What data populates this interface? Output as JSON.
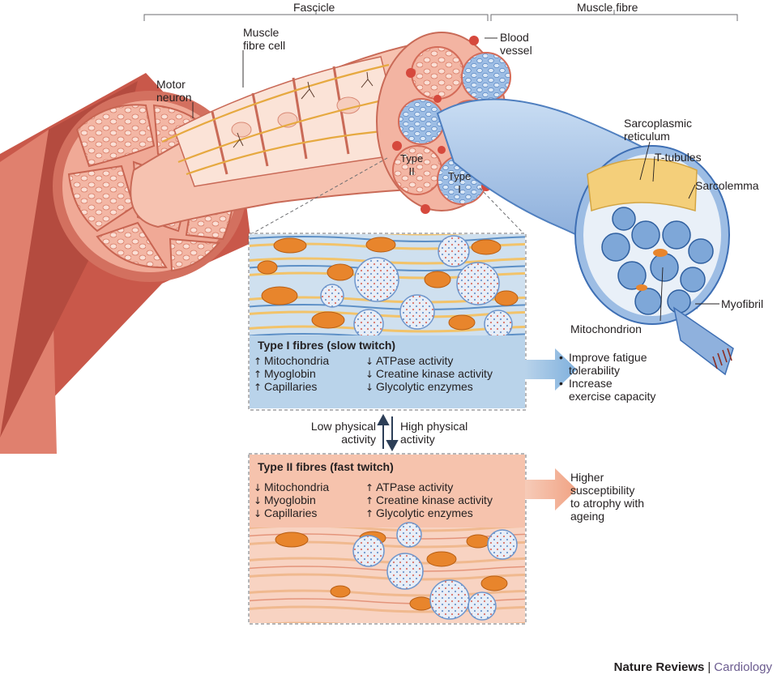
{
  "header": {
    "fascicle": "Fascicle",
    "muscle_fibre": "Muscle fibre"
  },
  "labels": {
    "muscle_fibre_cell": "Muscle\nfibre cell",
    "motor_neuron": "Motor\nneuron",
    "blood_vessel": "Blood\nvessel",
    "type_ii": "Type\nII",
    "type_i": "Type\nI",
    "sarcoplasmic_reticulum": "Sarcoplasmic\nreticulum",
    "t_tubules": "T-tubules",
    "sarcolemma": "Sarcolemma",
    "myofibril": "Myofibril",
    "mitochondrion": "Mitochondrion"
  },
  "type1": {
    "title": "Type I fibres (slow twitch)",
    "left": [
      {
        "dir": "up",
        "text": "Mitochondria"
      },
      {
        "dir": "up",
        "text": "Myoglobin"
      },
      {
        "dir": "up",
        "text": "Capillaries"
      }
    ],
    "right": [
      {
        "dir": "down",
        "text": "ATPase activity"
      },
      {
        "dir": "down",
        "text": "Creatine kinase activity"
      },
      {
        "dir": "down",
        "text": "Glycolytic enzymes"
      }
    ],
    "outcomes": [
      "Improve fatigue\ntolerability",
      "Increase\nexercise capacity"
    ]
  },
  "activity": {
    "low": "Low physical\nactivity",
    "high": "High physical\nactivity"
  },
  "type2": {
    "title": "Type II fibres (fast twitch)",
    "left": [
      {
        "dir": "down",
        "text": "Mitochondria"
      },
      {
        "dir": "down",
        "text": "Myoglobin"
      },
      {
        "dir": "down",
        "text": "Capillaries"
      }
    ],
    "right": [
      {
        "dir": "up",
        "text": "ATPase activity"
      },
      {
        "dir": "up",
        "text": "Creatine kinase activity"
      },
      {
        "dir": "up",
        "text": "Glycolytic enzymes"
      }
    ],
    "outcome": "Higher\nsusceptibility\nto atrophy with\nageing"
  },
  "credit": {
    "journal": "Nature Reviews",
    "separator": "|",
    "subject": "Cardiology"
  },
  "colors": {
    "type1_bg": "#b9d3ea",
    "type2_bg": "#f6c3ad",
    "muscle_red": "#d96f5e",
    "fibre_blue": "#7ea7d8",
    "mito_orange": "#e8852c",
    "journal_purple": "#6b5b8f"
  }
}
